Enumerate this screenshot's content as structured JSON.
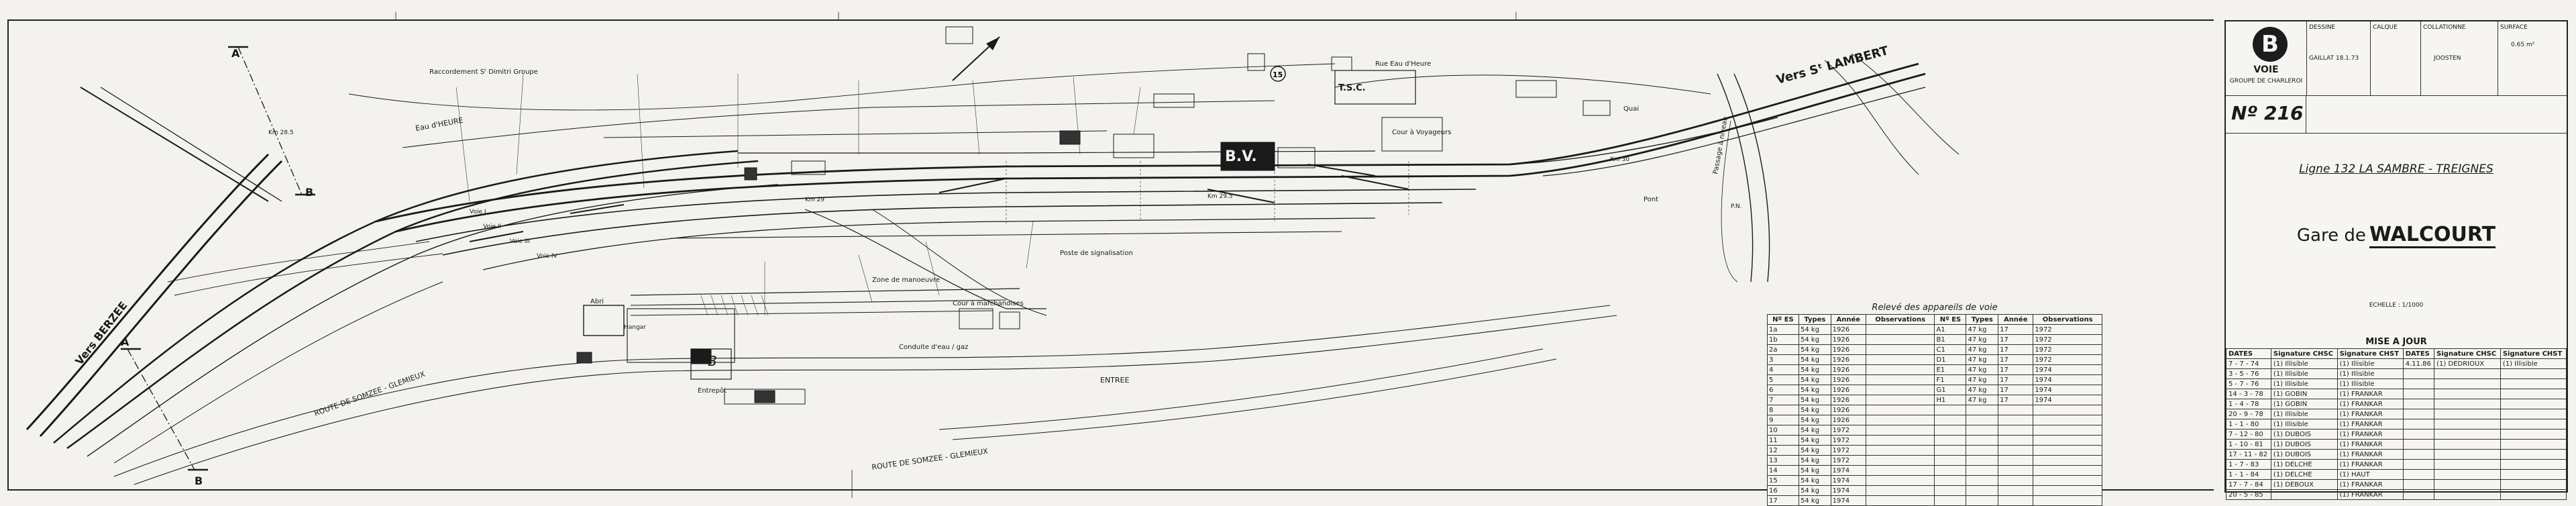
{
  "title_block": {
    "logo_letter": "B",
    "org_line1": "VOIE",
    "org_line2": "GROUPE DE CHARLEROI",
    "header": {
      "dessine_label": "DESSINE",
      "calque_label": "CALQUE",
      "collationne_label": "COLLATIONNE",
      "surface_label": "SURFACE",
      "dessine_value": "GAILLAT 18.1.73",
      "collationne_value": "JOOSTEN",
      "surface_value": "0.65 m²"
    },
    "plan_number": "Nº 216",
    "line_label": "Ligne 132  LA SAMBRE - TREIGNES",
    "station_prefix": "Gare de",
    "station_name": "WALCOURT",
    "echelle": "ECHELLE : 1/1000",
    "update_title": "MISE A JOUR",
    "update_headers": [
      "DATES",
      "Signature CHSC",
      "Signature CHST",
      "DATES",
      "Signature CHSC",
      "Signature CHST"
    ],
    "update_rows": [
      [
        "7 - 7 - 74",
        "(1) Illisible",
        "(1) Illisible",
        "4.11.86",
        "(1) DEDRIOUX",
        "(1) Illisible"
      ],
      [
        "3 - 5 - 76",
        "(1) Illisible",
        "(1) Illisible",
        "",
        "",
        ""
      ],
      [
        "5 - 7 - 76",
        "(1) Illisible",
        "(1) Illisible",
        "",
        "",
        ""
      ],
      [
        "14 - 3 - 78",
        "(1) GOBIN",
        "(1) FRANKAR",
        "",
        "",
        ""
      ],
      [
        "1 - 4 - 78",
        "(1) GOBIN",
        "(1) FRANKAR",
        "",
        "",
        ""
      ],
      [
        "20 - 9 - 78",
        "(1) Illisible",
        "(1) FRANKAR",
        "",
        "",
        ""
      ],
      [
        "1 - 1 - 80",
        "(1) Illisible",
        "(1) FRANKAR",
        "",
        "",
        ""
      ],
      [
        "7 - 12 - 80",
        "(1) DUBOIS",
        "(1) FRANKAR",
        "",
        "",
        ""
      ],
      [
        "1 - 10 - 81",
        "(1) DUBOIS",
        "(1) FRANKAR",
        "",
        "",
        ""
      ],
      [
        "17 - 11 - 82",
        "(1) DUBOIS",
        "(1) FRANKAR",
        "",
        "",
        ""
      ],
      [
        "1 - 7 - 83",
        "(1) DELCHE",
        "(1) FRANKAR",
        "",
        "",
        ""
      ],
      [
        "1 - 1 - 84",
        "(1) DELCHE",
        "(1) HAUT",
        "",
        "",
        ""
      ],
      [
        "17 - 7 - 84",
        "(1) DEBOUX",
        "(1) FRANKAR",
        "",
        "",
        ""
      ],
      [
        "20 - 5 - 85",
        "",
        "(1) FRANKAR",
        "",
        "",
        ""
      ]
    ]
  },
  "appareils": {
    "title": "Relevé des appareils de voie",
    "headers": [
      "Nº ES",
      "Types",
      "Année",
      "Observations",
      "Nº ES",
      "Types",
      "Année",
      "Observations"
    ],
    "rows": [
      [
        "1a",
        "54 kg",
        "1926",
        "",
        "A1",
        "47 kg",
        "17",
        "1972"
      ],
      [
        "1b",
        "54 kg",
        "1926",
        "",
        "B1",
        "47 kg",
        "17",
        "1972"
      ],
      [
        "2a",
        "54 kg",
        "1926",
        "",
        "C1",
        "47 kg",
        "17",
        "1972"
      ],
      [
        "3",
        "54 kg",
        "1926",
        "",
        "D1",
        "47 kg",
        "17",
        "1972"
      ],
      [
        "4",
        "54 kg",
        "1926",
        "",
        "E1",
        "47 kg",
        "17",
        "1974"
      ],
      [
        "5",
        "54 kg",
        "1926",
        "",
        "F1",
        "47 kg",
        "17",
        "1974"
      ],
      [
        "6",
        "54 kg",
        "1926",
        "",
        "G1",
        "47 kg",
        "17",
        "1974"
      ],
      [
        "7",
        "54 kg",
        "1926",
        "",
        "H1",
        "47 kg",
        "17",
        "1974"
      ],
      [
        "8",
        "54 kg",
        "1926",
        "",
        "",
        "",
        "",
        ""
      ],
      [
        "9",
        "54 kg",
        "1926",
        "",
        "",
        "",
        "",
        ""
      ],
      [
        "10",
        "54 kg",
        "1972",
        "",
        "",
        "",
        "",
        ""
      ],
      [
        "11",
        "54 kg",
        "1972",
        "",
        "",
        "",
        "",
        ""
      ],
      [
        "12",
        "54 kg",
        "1972",
        "",
        "",
        "",
        "",
        ""
      ],
      [
        "13",
        "54 kg",
        "1972",
        "",
        "",
        "",
        "",
        ""
      ],
      [
        "14",
        "54 kg",
        "1974",
        "",
        "",
        "",
        "",
        ""
      ],
      [
        "15",
        "54 kg",
        "1974",
        "",
        "",
        "",
        "",
        ""
      ],
      [
        "16",
        "54 kg",
        "1974",
        "",
        "",
        "",
        "",
        ""
      ],
      [
        "17",
        "54 kg",
        "1974",
        "",
        "",
        "",
        "",
        ""
      ]
    ]
  },
  "plan_labels": {
    "vers_berzee": "Vers BERZEE",
    "vers_st_lambert": "Vers Sᵗ LAMBERT",
    "section_a": "A",
    "section_b": "B",
    "bv": "B.V.",
    "route_somzee": "ROUTE DE SOMZEE - GLEMIEUX",
    "route_somzee_2": "ROUTE DE SOMZEE - GLEMIEUX",
    "entree": "ENTREE",
    "rue_heure": "Rue Eau d'Heure",
    "quai": "Quai",
    "marker_15": "15",
    "heure": "Eau d'HEURE",
    "raccordement": "Raccordement Sᵗ Dimitri Groupe",
    "cours_marchandises": "Cour à marchandises",
    "abri": "Abri",
    "entrepot": "Entrepôt",
    "tsc": "T.S.C.",
    "cour_voyageurs": "Cour à Voyageurs",
    "zone_manoeuvre": "Zone de manoeuvre",
    "conduite_gaz": "Conduite d'eau / gaz",
    "passage_niveau": "Passage à niveau",
    "poste_signalisation": "Poste de signalisation",
    "pont": "Pont",
    "walcourt_station": "WALCOURT",
    "km_1": "Km 28.5",
    "km_2": "Km 29",
    "km_3": "Km 29.5",
    "km_4": "Km 30",
    "voie_1": "Voie I",
    "voie_2": "Voie II",
    "voie_3": "Voie III",
    "voie_4": "Voie IV",
    "hangar": "Hangar",
    "b_small": "B",
    "pn": "P.N."
  },
  "colors": {
    "ink": "#1a1a1a",
    "paper": "#f3f2ee"
  }
}
